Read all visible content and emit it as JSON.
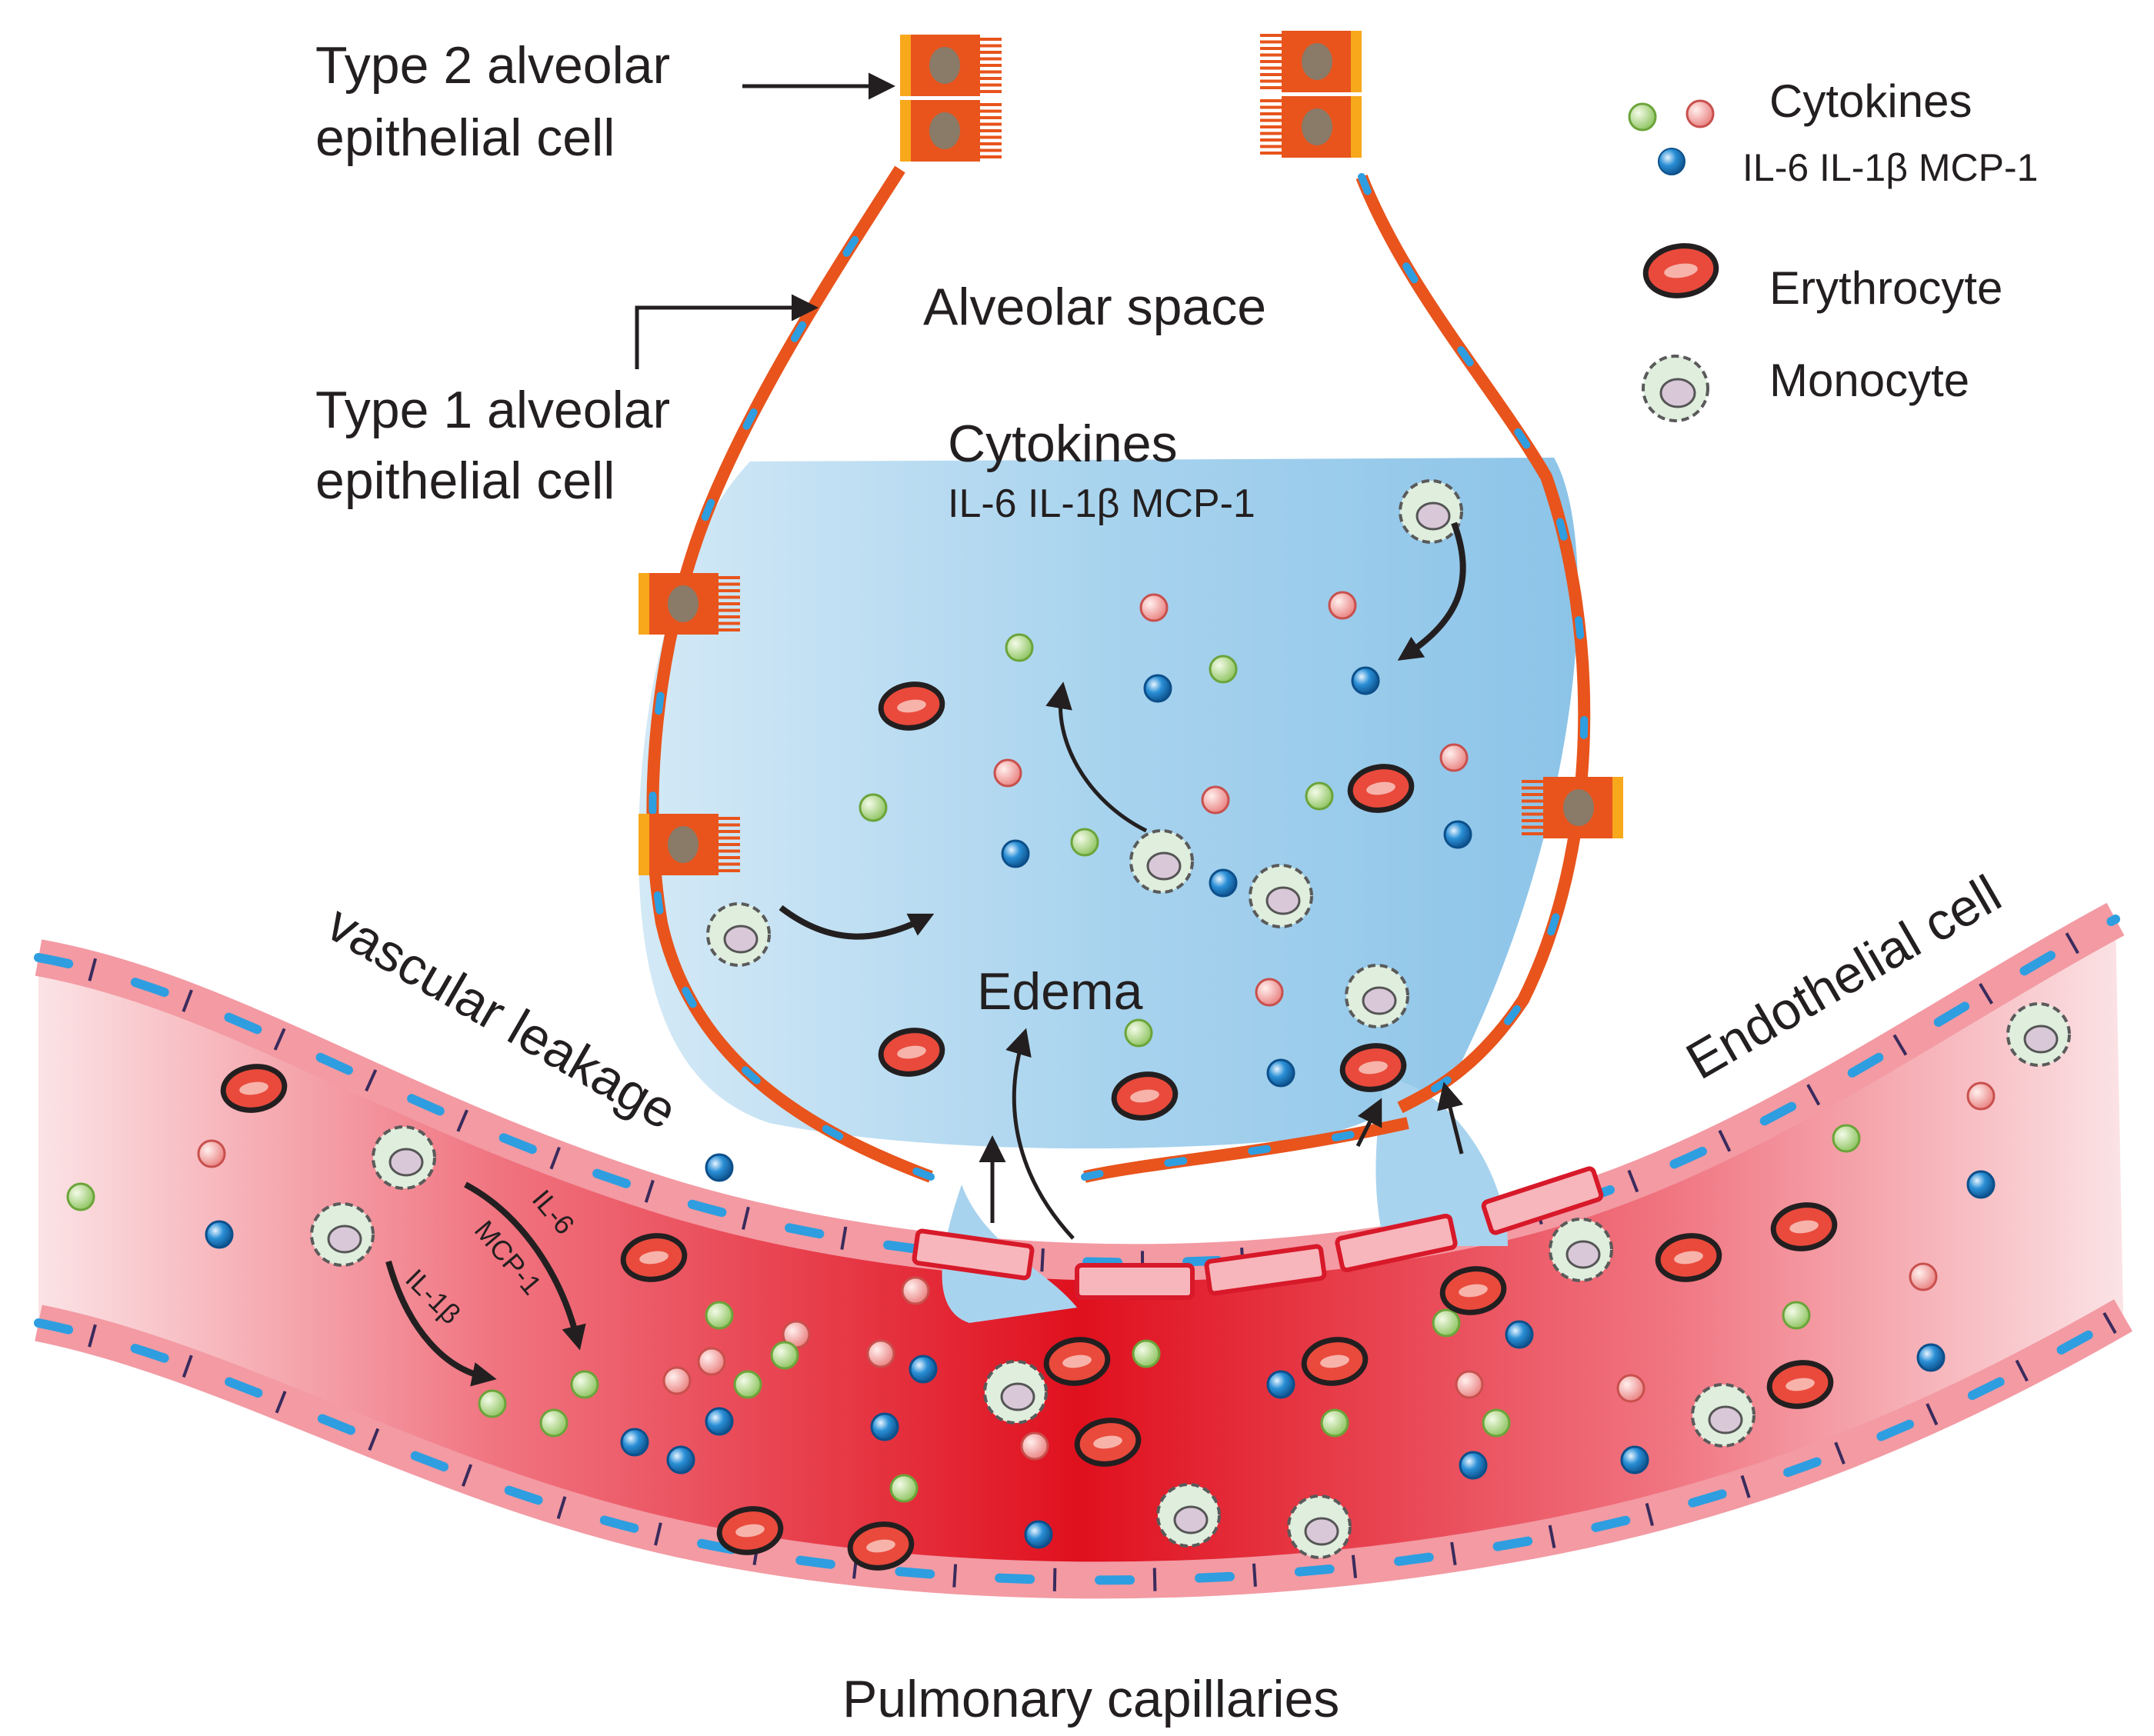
{
  "labels": {
    "type2_line1": "Type 2 alveolar",
    "type2_line2": "epithelial cell",
    "type1_line1": "Type 1 alveolar",
    "type1_line2": "epithelial cell",
    "alveolar_space": "Alveolar space",
    "cytokines": "Cytokines",
    "cytokines_list": "IL-6 IL-1β MCP-1",
    "edema": "Edema",
    "vascular_leakage": "vascular leakage",
    "endothelial_cell": "Endothelial cell",
    "pulmonary_capillaries": "Pulmonary capillaries",
    "arrow_il6": "IL-6",
    "arrow_mcp1": "MCP-1",
    "arrow_il1b": "IL-1β"
  },
  "legend": {
    "cytokines_label": "Cytokines",
    "cytokines_list": "IL-6 IL-1β MCP-1",
    "erythrocyte_label": "Erythrocyte",
    "monocyte_label": "Monocyte"
  },
  "colors": {
    "epithelium": "#e8541c",
    "type2_cell": "#e8541c",
    "type2_edge": "#f7a81b",
    "nucleus": "#8a7a68",
    "edema_fluid": "#9ccbe8",
    "vessel_core": "#e0101e",
    "vessel_edge": "#f9d4d8",
    "endothelial_nucleus": "#2e9ee0",
    "erythrocyte": "#e94a3c",
    "cytokine_green": "#a5d27a",
    "cytokine_pink": "#f1a0a0",
    "cytokine_blue": "#2a8fd6",
    "monocyte": "#dfeedd",
    "text": "#231f20"
  }
}
